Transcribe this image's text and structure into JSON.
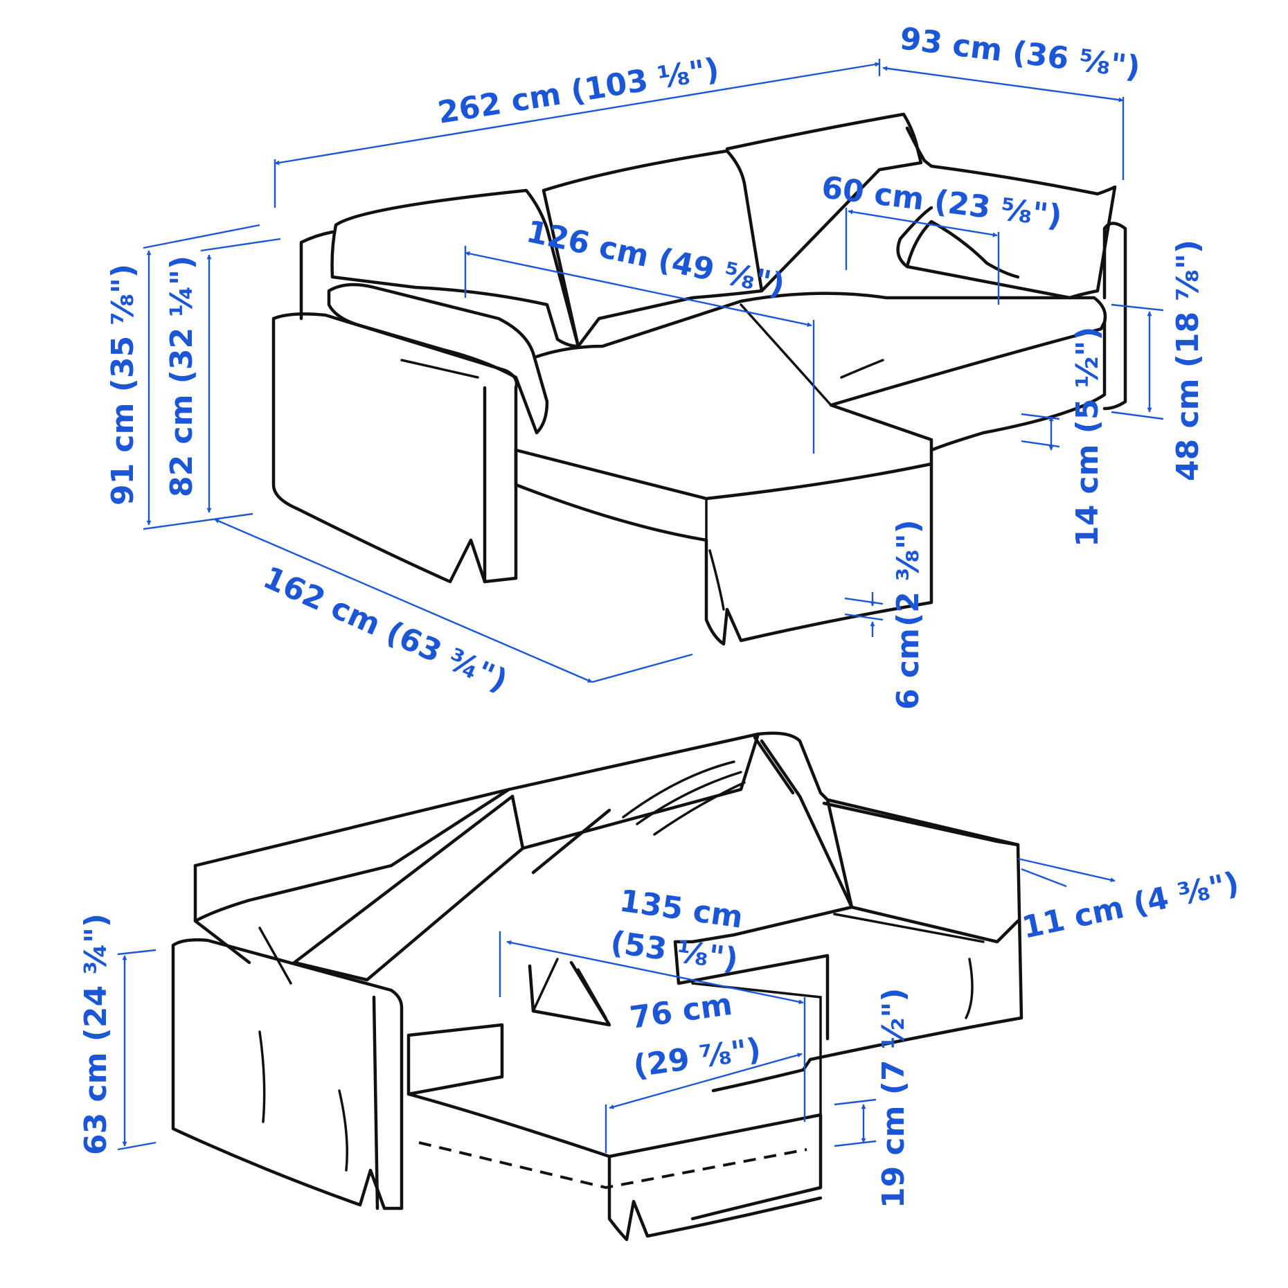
{
  "colors": {
    "dimension": "#1a56d6",
    "outline": "#111111",
    "background": "#ffffff"
  },
  "top_view": {
    "labels": {
      "total_width": "262 cm (103 ⅛\")",
      "depth": "93 cm (36 ⅝\")",
      "cushion_depth": "60 cm (23 ⅝\")",
      "chaise_seat": "126 cm (49 ⅝\")",
      "total_height": "91 cm (35 ⅞\")",
      "back_height": "82 cm (32 ¼\")",
      "seat_height": "48 cm (18 ⅞\")",
      "seat_thickness": "14 cm (5 ½\")",
      "chaise_length": "162 cm (63 ¾\")",
      "clearance_upper": "(2 ⅜\")",
      "clearance_lower": "6 cm"
    }
  },
  "bottom_view": {
    "labels": {
      "bed_length_cm": "135 cm",
      "bed_length_in": "(53 ⅛\")",
      "storage_width_cm": "76 cm",
      "storage_width_in": "(29 ⅞\")",
      "arm_width": "11 cm (4 ⅜\")",
      "bed_height": "63 cm (24 ¾\")",
      "storage_depth": "19 cm (7 ½\")"
    }
  }
}
